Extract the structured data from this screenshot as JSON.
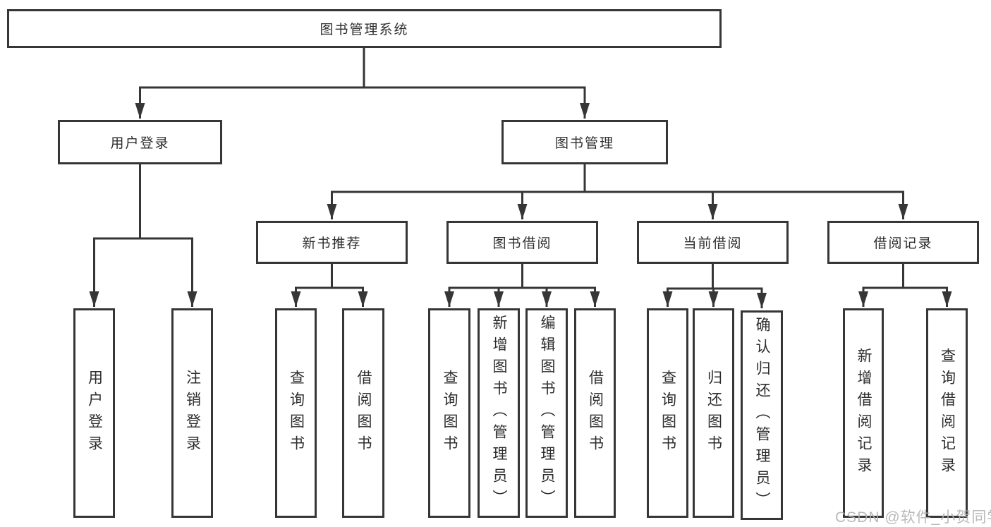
{
  "diagram": {
    "root": {
      "label": "图书管理系统"
    },
    "level2": [
      {
        "label": "用户登录"
      },
      {
        "label": "图书管理"
      }
    ],
    "level3": [
      {
        "label": "新书推荐",
        "parent": "图书管理"
      },
      {
        "label": "图书借阅",
        "parent": "图书管理"
      },
      {
        "label": "当前借阅",
        "parent": "图书管理"
      },
      {
        "label": "借阅记录",
        "parent": "图书管理"
      }
    ],
    "leaves": [
      {
        "label": "用户登录",
        "parent": "用户登录"
      },
      {
        "label": "注销登录",
        "parent": "用户登录"
      },
      {
        "label": "查询图书",
        "parent": "新书推荐"
      },
      {
        "label": "借阅图书",
        "parent": "新书推荐"
      },
      {
        "label": "查询图书",
        "parent": "图书借阅"
      },
      {
        "label": "新增图书（管理员）",
        "parent": "图书借阅"
      },
      {
        "label": "编辑图书（管理员）",
        "parent": "图书借阅"
      },
      {
        "label": "借阅图书",
        "parent": "图书借阅"
      },
      {
        "label": "查询图书",
        "parent": "当前借阅"
      },
      {
        "label": "归还图书",
        "parent": "当前借阅"
      },
      {
        "label": "确认归还（管理员）",
        "parent": "当前借阅"
      },
      {
        "label": "新增借阅记录",
        "parent": "借阅记录"
      },
      {
        "label": "查询借阅记录",
        "parent": "借阅记录"
      }
    ]
  },
  "watermark": {
    "text": "CSDN @软件_小贺同学"
  },
  "colors": {
    "line": "#363636",
    "text": "#2d2d2d",
    "watermark": "#b2b2b2",
    "background": "#ffffff"
  }
}
